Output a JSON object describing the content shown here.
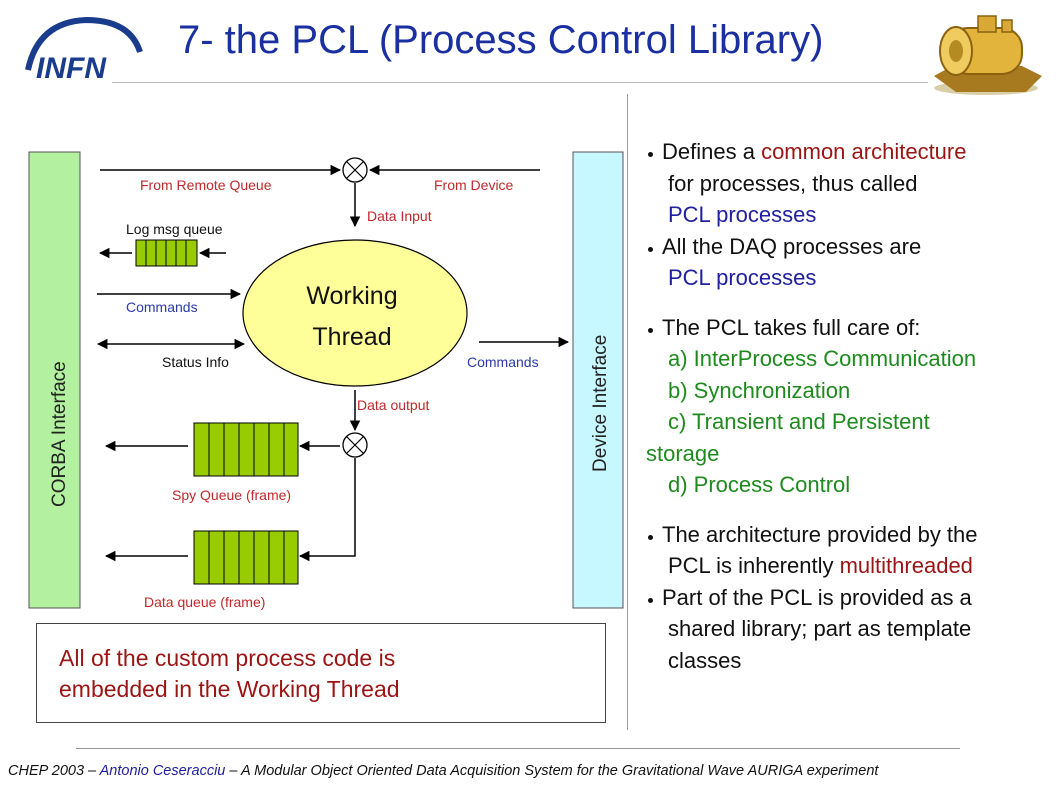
{
  "title": "7- the PCL (Process Control Library)",
  "logos": {
    "left_text": "INFN"
  },
  "diagram": {
    "corba_label": "CORBA Interface",
    "device_label": "Device Interface",
    "working_thread_line1": "Working",
    "working_thread_line2": "Thread",
    "from_remote_queue": "From Remote Queue",
    "from_device": "From Device",
    "data_input": "Data Input",
    "log_msg_queue": "Log msg queue",
    "commands_left": "Commands",
    "status_info": "Status Info",
    "commands_right": "Commands",
    "data_output": "Data output",
    "spy_queue": "Spy Queue (frame)",
    "data_queue": "Data queue (frame)"
  },
  "note": {
    "line1": "All of the custom process code is",
    "line2": "embedded in the Working Thread"
  },
  "bullets": {
    "b1_pre": "Defines a ",
    "b1_red": "common architecture",
    "b1_l2": "for processes, thus called",
    "b1_l3": "PCL processes",
    "b2_l1": "All the DAQ processes are",
    "b2_l2": "PCL processes",
    "b3_l1": "The PCL takes full care of:",
    "b3_a": "a) InterProcess Communication",
    "b3_b": "b) Synchronization",
    "b3_c1": "c) Transient and Persistent",
    "b3_c2": "storage",
    "b3_d": "d) Process Control",
    "b4_l1": "The architecture provided by the",
    "b4_l2_pre": "PCL is inherently ",
    "b4_l2_red": "multithreaded",
    "b5_l1": "Part of the PCL is provided as a",
    "b5_l2": "shared library; part as template",
    "b5_l3": "classes"
  },
  "footer": {
    "conf": "CHEP 2003 – ",
    "author": "Antonio Ceseracciu",
    "rest": " – A Modular Object Oriented Data Acquisition System for the Gravitational Wave AURIGA experiment"
  },
  "colors": {
    "title": "#1a2fa0",
    "label_red": "#c0282a",
    "label_blue": "#2b3aa8",
    "corba_fill": "#b3f0a0",
    "device_fill": "#c8f8ff",
    "queue_fill": "#99cc00",
    "ellipse_fill": "#ffff99"
  }
}
